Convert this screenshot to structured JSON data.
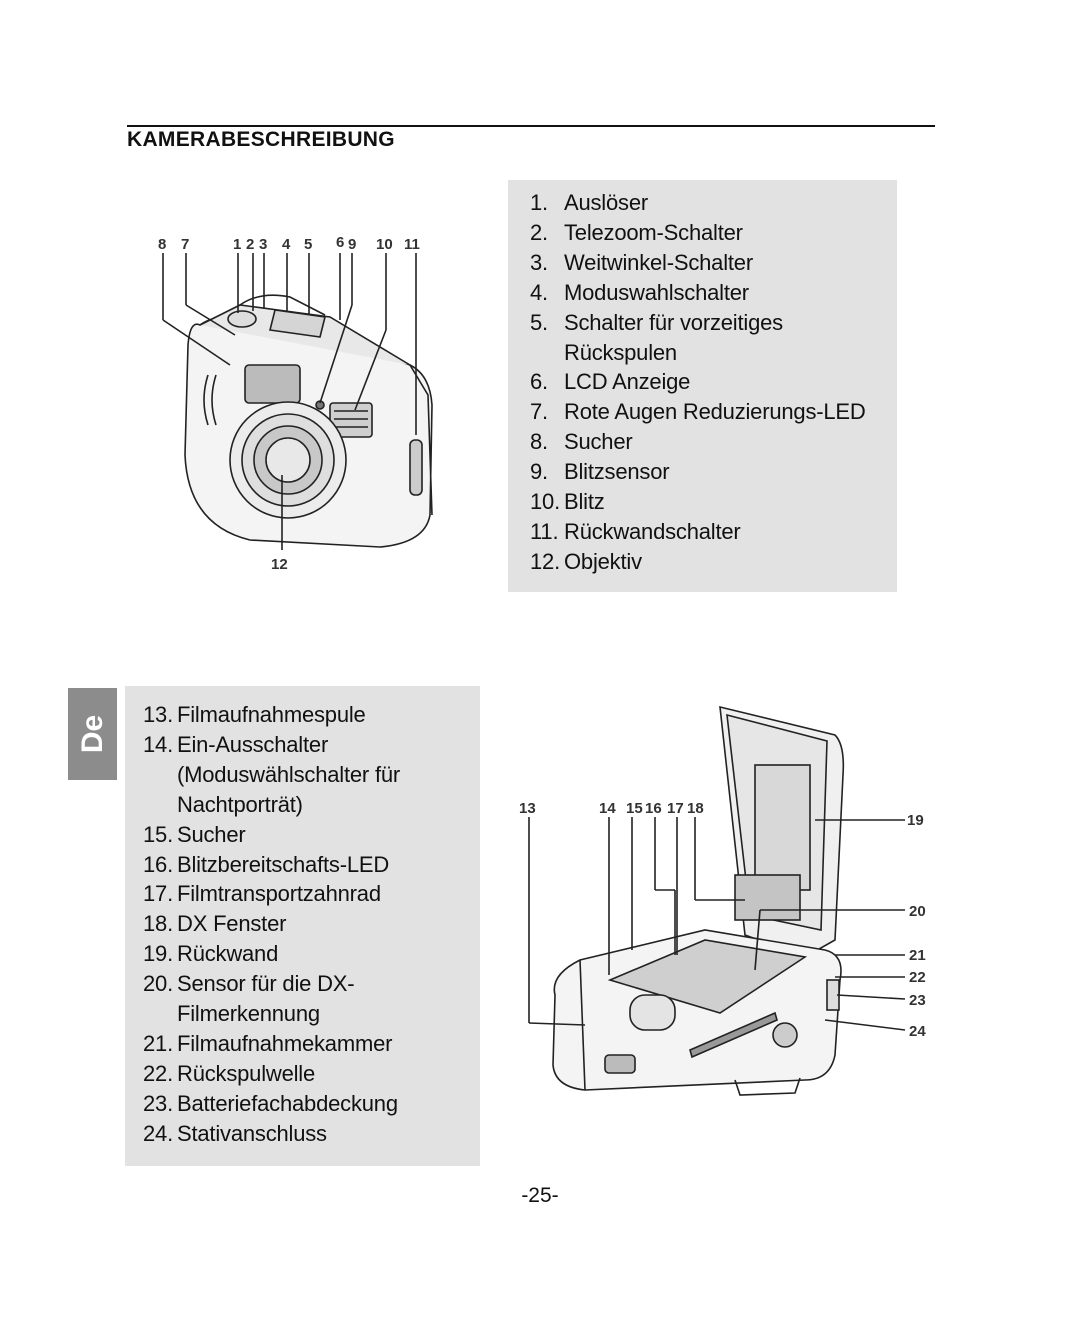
{
  "header": {
    "title": "KAMERABESCHREIBUNG"
  },
  "side_tab": {
    "label": "De"
  },
  "list_front": [
    {
      "num": "1.",
      "text": "Auslöser"
    },
    {
      "num": "2.",
      "text": "Telezoom-Schalter"
    },
    {
      "num": "3.",
      "text": "Weitwinkel-Schalter"
    },
    {
      "num": "4.",
      "text": "Moduswahlschalter"
    },
    {
      "num": "5.",
      "text": "Schalter für vorzeitiges\nRückspulen"
    },
    {
      "num": "6.",
      "text": "LCD Anzeige"
    },
    {
      "num": "7.",
      "text": "Rote Augen Reduzierungs-LED"
    },
    {
      "num": "8.",
      "text": "Sucher"
    },
    {
      "num": "9.",
      "text": "Blitzsensor"
    },
    {
      "num": "10.",
      "text": "Blitz"
    },
    {
      "num": "11.",
      "text": "Rückwandschalter"
    },
    {
      "num": "12.",
      "text": "Objektiv"
    }
  ],
  "list_back": [
    {
      "num": "13.",
      "text": "Filmaufnahmespule"
    },
    {
      "num": "14.",
      "text": "Ein-Ausschalter\n(Moduswählschalter für\nNachtporträt)"
    },
    {
      "num": "15.",
      "text": "Sucher"
    },
    {
      "num": "16.",
      "text": "Blitzbereitschafts-LED"
    },
    {
      "num": "17.",
      "text": "Filmtransportzahnrad"
    },
    {
      "num": "18.",
      "text": "DX Fenster"
    },
    {
      "num": "19.",
      "text": "Rückwand"
    },
    {
      "num": "20.",
      "text": "Sensor für die DX-\nFilmerkennung"
    },
    {
      "num": "21.",
      "text": "Filmaufnahmekammer"
    },
    {
      "num": "22.",
      "text": "Rückspulwelle"
    },
    {
      "num": "23.",
      "text": "Batteriefachabdeckung"
    },
    {
      "num": "24.",
      "text": "Stativanschluss"
    }
  ],
  "figure_front": {
    "callouts": {
      "c8": "8",
      "c7": "7",
      "c1": "1",
      "c2": "2",
      "c3": "3",
      "c4": "4",
      "c5": "5",
      "c6": "6",
      "c9": "9",
      "c10": "10",
      "c11": "11",
      "c12": "12"
    }
  },
  "figure_back": {
    "callouts": {
      "c13": "13",
      "c14": "14",
      "c15": "15",
      "c16": "16",
      "c17": "17",
      "c18": "18",
      "c19": "19",
      "c20": "20",
      "c21": "21",
      "c22": "22",
      "c23": "23",
      "c24": "24"
    }
  },
  "footer": {
    "page_number": "-25-"
  }
}
